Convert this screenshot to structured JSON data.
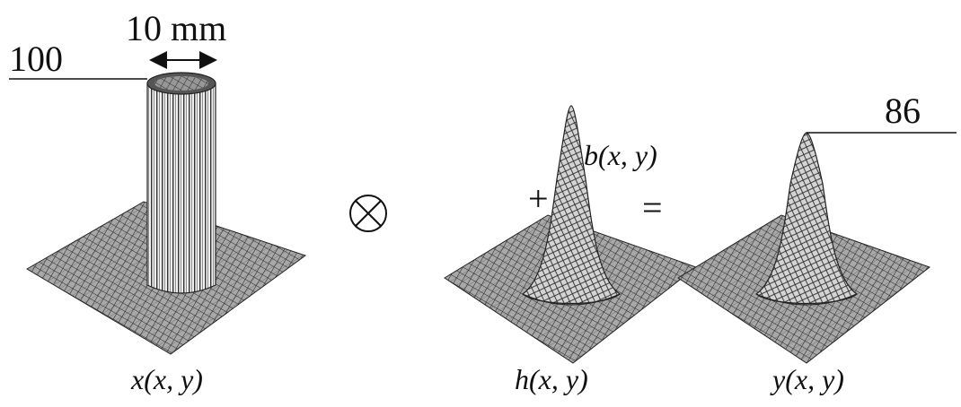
{
  "figure": {
    "input_peak": "100",
    "width_label": "10 mm",
    "output_peak": "86",
    "convolution_symbol": "⊗",
    "plus_symbol": "+",
    "equals_symbol": "=",
    "noise_term": "b(x, y)",
    "input_caption": "x(x, y)",
    "psf_caption": "h(x, y)",
    "output_caption": "y(x, y)"
  },
  "colors": {
    "surface_fill": "#9a9a9a",
    "mesh_line": "#222222",
    "annotation": "#111111"
  },
  "icons": {
    "width_arrow": "double-headed-arrow-icon",
    "convolution": "circled-times-icon"
  }
}
